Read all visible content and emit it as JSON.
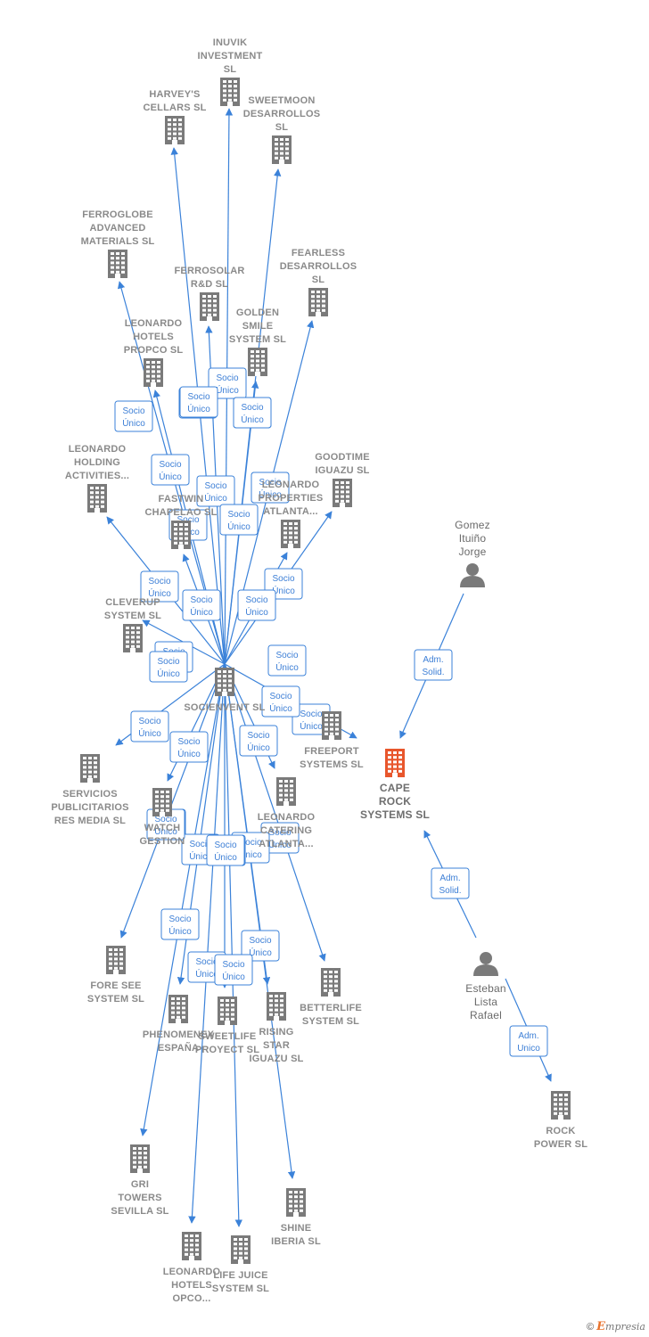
{
  "colors": {
    "edge": "#3b82d9",
    "company": "#7a7a7a",
    "focus": "#e8562c",
    "person": "#7a7a7a",
    "label": "#8a8a8a"
  },
  "nodes": [
    {
      "id": "inuvik",
      "type": "company",
      "label": [
        "INUVIK",
        "INVESTMENT",
        "SL"
      ]
    },
    {
      "id": "harveys",
      "type": "company",
      "label": [
        "HARVEY'S",
        "CELLARS  SL"
      ]
    },
    {
      "id": "sweetmoon",
      "type": "company",
      "label": [
        "SWEETMOON",
        "DESARROLLOS",
        "SL"
      ]
    },
    {
      "id": "ferroglobe",
      "type": "company",
      "label": [
        "FERROGLOBE",
        "ADVANCED",
        "MATERIALS  SL"
      ]
    },
    {
      "id": "ferrosolar",
      "type": "company",
      "label": [
        "FERROSOLAR",
        "R&D  SL"
      ]
    },
    {
      "id": "fearless",
      "type": "company",
      "label": [
        "FEARLESS",
        "DESARROLLOS",
        "SL"
      ]
    },
    {
      "id": "goldensmile",
      "type": "company",
      "label": [
        "GOLDEN",
        "SMILE",
        "SYSTEM  SL"
      ]
    },
    {
      "id": "leonardopropco",
      "type": "company",
      "label": [
        "LEONARDO",
        "HOTELS",
        "PROPCO  SL"
      ]
    },
    {
      "id": "leonardoholding",
      "type": "company",
      "label": [
        "LEONARDO",
        "HOLDING",
        "ACTIVITIES..."
      ]
    },
    {
      "id": "goodtime",
      "type": "company",
      "label": [
        "GOODTIME",
        "IGUAZU  SL"
      ]
    },
    {
      "id": "fastwin",
      "type": "company",
      "label": [
        "FASTWIN",
        "CHAPELAO  SL"
      ]
    },
    {
      "id": "leonardoproperties",
      "type": "company",
      "label": [
        "LEONARDO",
        "PROPERTIES",
        "ATLANTA..."
      ]
    },
    {
      "id": "gomez",
      "type": "person",
      "label": [
        "Gomez",
        "Ituiño",
        "Jorge"
      ]
    },
    {
      "id": "cleverup",
      "type": "company",
      "label": [
        "CLEVERUP",
        "SYSTEM  SL"
      ]
    },
    {
      "id": "socienvent",
      "type": "company",
      "label": [
        "SOCIENVENT SL"
      ]
    },
    {
      "id": "freeport",
      "type": "company",
      "label": [
        "FREEPORT",
        "SYSTEMS  SL"
      ]
    },
    {
      "id": "cape",
      "type": "focus",
      "label": [
        "CAPE",
        "ROCK",
        "SYSTEMS  SL"
      ]
    },
    {
      "id": "servicios",
      "type": "company",
      "label": [
        "SERVICIOS",
        "PUBLICITARIOS",
        "RES MEDIA  SL"
      ]
    },
    {
      "id": "watch",
      "type": "company",
      "label": [
        "WATCH",
        "GESTION"
      ]
    },
    {
      "id": "leonardocatering",
      "type": "company",
      "label": [
        "LEONARDO",
        "CATERING",
        "ATLANTA..."
      ]
    },
    {
      "id": "esteban",
      "type": "person",
      "label": [
        "Esteban",
        "Lista",
        "Rafael"
      ]
    },
    {
      "id": "foresee",
      "type": "company",
      "label": [
        "FORE SEE",
        "SYSTEM  SL"
      ]
    },
    {
      "id": "betterlife",
      "type": "company",
      "label": [
        "BETTERLIFE",
        "SYSTEM  SL"
      ]
    },
    {
      "id": "phenomenex",
      "type": "company",
      "label": [
        "PHENOMENEX",
        "ESPAÑA"
      ]
    },
    {
      "id": "sweetlife",
      "type": "company",
      "label": [
        "SWEETLIFE",
        "PROYECT  SL"
      ]
    },
    {
      "id": "risingstar",
      "type": "company",
      "label": [
        "RISING",
        "STAR",
        "IGUAZU SL"
      ]
    },
    {
      "id": "rockpower",
      "type": "company",
      "label": [
        "ROCK",
        "POWER SL"
      ]
    },
    {
      "id": "gri",
      "type": "company",
      "label": [
        "GRI",
        "TOWERS",
        "SEVILLA  SL"
      ]
    },
    {
      "id": "shine",
      "type": "company",
      "label": [
        "SHINE",
        "IBERIA  SL"
      ]
    },
    {
      "id": "leonardoopco",
      "type": "company",
      "label": [
        "LEONARDO",
        "HOTELS",
        "OPCO..."
      ]
    },
    {
      "id": "lifejuice",
      "type": "company",
      "label": [
        "LIFE JUICE",
        "SYSTEM  SL"
      ]
    }
  ],
  "edges": [
    {
      "from": "socienvent",
      "to": "inuvik",
      "label": [
        "Socio",
        "Único"
      ]
    },
    {
      "from": "socienvent",
      "to": "harveys",
      "label": [
        "Socio",
        "Único"
      ]
    },
    {
      "from": "socienvent",
      "to": "sweetmoon",
      "label": [
        "Socio",
        "Único"
      ]
    },
    {
      "from": "socienvent",
      "to": "ferroglobe",
      "label": [
        "Socio",
        "Único"
      ]
    },
    {
      "from": "socienvent",
      "to": "ferrosolar",
      "label": [
        "Socio",
        "Único"
      ]
    },
    {
      "from": "socienvent",
      "to": "fearless",
      "label": [
        "Socio",
        "Único"
      ]
    },
    {
      "from": "socienvent",
      "to": "goldensmile",
      "label": [
        "Socio",
        "Único"
      ]
    },
    {
      "from": "socienvent",
      "to": "leonardopropco",
      "label": [
        "Socio",
        "Único"
      ]
    },
    {
      "from": "socienvent",
      "to": "leonardoholding",
      "label": [
        "Socio",
        "Único"
      ]
    },
    {
      "from": "socienvent",
      "to": "goodtime",
      "label": [
        "Socio",
        "Único"
      ]
    },
    {
      "from": "socienvent",
      "to": "fastwin",
      "label": [
        "Socio",
        "Único"
      ]
    },
    {
      "from": "socienvent",
      "to": "leonardoproperties",
      "label": [
        "Socio",
        "Único"
      ]
    },
    {
      "from": "socienvent",
      "to": "cleverup",
      "label": [
        "Socio",
        "Único"
      ]
    },
    {
      "from": "socienvent",
      "to": "freeport",
      "label": [
        "Socio",
        "Único"
      ]
    },
    {
      "from": "socienvent",
      "to": "servicios",
      "label": [
        "Socio",
        "Único"
      ]
    },
    {
      "from": "socienvent",
      "to": "watch",
      "label": [
        "Socio",
        "Único"
      ]
    },
    {
      "from": "socienvent",
      "to": "leonardocatering",
      "label": [
        "Socio",
        "Único"
      ]
    },
    {
      "from": "socienvent",
      "to": "foresee",
      "label": [
        "Socio",
        "Único"
      ]
    },
    {
      "from": "socienvent",
      "to": "betterlife",
      "label": [
        "Socio",
        "Único"
      ]
    },
    {
      "from": "socienvent",
      "to": "phenomenex",
      "label": [
        "Socio",
        "Único"
      ]
    },
    {
      "from": "socienvent",
      "to": "sweetlife",
      "label": [
        "Socio",
        "Único"
      ]
    },
    {
      "from": "socienvent",
      "to": "risingstar",
      "label": [
        "Socio",
        "Único"
      ]
    },
    {
      "from": "socienvent",
      "to": "gri",
      "label": [
        "Socio",
        "Único"
      ]
    },
    {
      "from": "socienvent",
      "to": "shine",
      "label": [
        "Socio",
        "Único"
      ]
    },
    {
      "from": "socienvent",
      "to": "leonardoopco",
      "label": [
        "Socio",
        "Único"
      ]
    },
    {
      "from": "socienvent",
      "to": "lifejuice",
      "label": [
        "Socio",
        "Único"
      ]
    },
    {
      "from": "gomez",
      "to": "cape",
      "label": [
        "Adm.",
        "Solid."
      ]
    },
    {
      "from": "esteban",
      "to": "cape",
      "label": [
        "Adm.",
        "Solid."
      ]
    },
    {
      "from": "esteban",
      "to": "rockpower",
      "label": [
        "Adm.",
        "Unico"
      ]
    }
  ],
  "footer": {
    "copyright": "©",
    "brand_initial": "E",
    "brand_rest": "mpresia"
  }
}
